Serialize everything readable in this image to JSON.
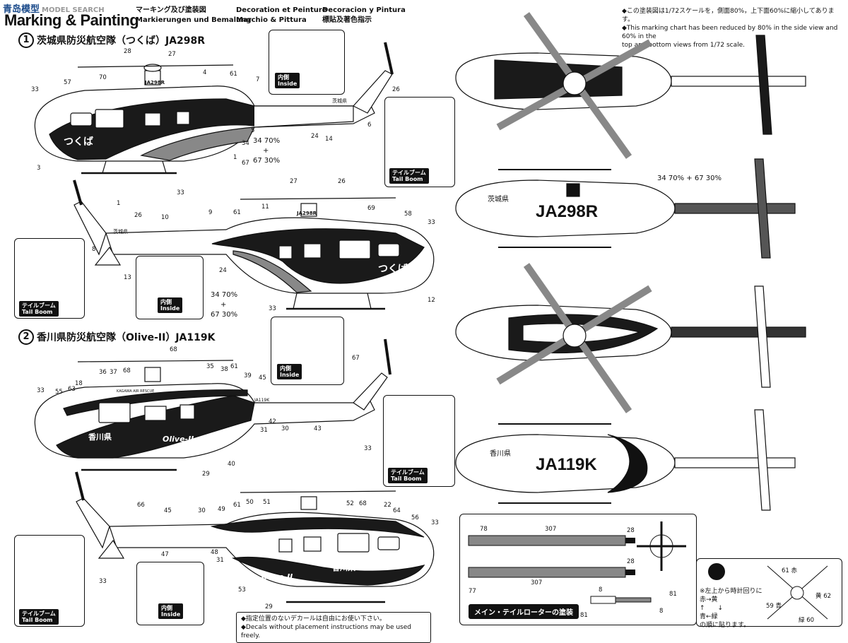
{
  "header": {
    "brand": "青岛模型",
    "brand_sub": "MODEL SEARCH",
    "title": "Marking & Painting",
    "col1_line1": "マーキング及び塗装図",
    "col1_line2": "Markierungen und Bemalung",
    "col2_line1": "Decoration et Peinture",
    "col2_line2": "Marchio & Pittura",
    "col3_line1": "Decoracion y Pintura",
    "col3_line2": "標貼及著色指示"
  },
  "scale_note": {
    "line1": "◆この塗装図は1/72スケールを，側面80%，上下面60%に縮小してあります。",
    "line2": "◆This marking chart has been reduced by 80% in the side view and 60% in the",
    "line3": "top and bottom views from 1/72 scale."
  },
  "section1": {
    "number": "1",
    "title": "茨城県防災航空隊（つくば）JA298R",
    "side_text_tsukuba": "つくば",
    "side_text_reg": "JA298R",
    "side_text_ibaraki": "茨城県",
    "mix_a": "34 70%",
    "mix_plus": "+",
    "mix_b": "67 30%",
    "top_mix": "34 70% + 67 30%",
    "bottom_reg": "JA298R",
    "bottom_pref": "茨城県"
  },
  "section2": {
    "number": "2",
    "title": "香川県防災航空隊（Olive-II）JA119K",
    "side_text_kagawa": "香川県",
    "side_text_olive": "Olive-II",
    "side_text_banner": "KAGAWA AIR RESCUE",
    "side_text_reg": "JA119K",
    "bottom_reg": "JA119K",
    "bottom_pref": "香川県"
  },
  "inset_labels": {
    "tail_boom_jp": "テイルブーム",
    "tail_boom_en": "Tail Boom",
    "inside_jp": "内側",
    "inside_en": "Inside"
  },
  "callouts_s1_side_left": [
    "28",
    "27",
    "4",
    "61",
    "70",
    "57",
    "33",
    "3",
    "7",
    "5",
    "24",
    "14",
    "6",
    "26",
    "1",
    "33",
    "34",
    "67"
  ],
  "callouts_s1_side_right": [
    "1",
    "26",
    "10",
    "9",
    "61",
    "11",
    "27",
    "26",
    "69",
    "58",
    "33",
    "8",
    "13",
    "24",
    "12",
    "33"
  ],
  "callouts_s2_side_left": [
    "68",
    "36",
    "37",
    "68",
    "35",
    "38",
    "61",
    "39",
    "45",
    "33",
    "55",
    "63",
    "18",
    "42",
    "31",
    "30",
    "43",
    "40",
    "29",
    "67",
    "33"
  ],
  "callouts_s2_side_right": [
    "66",
    "45",
    "30",
    "49",
    "61",
    "50",
    "51",
    "52",
    "68",
    "22",
    "64",
    "56",
    "33",
    "48",
    "31",
    "53",
    "29",
    "47",
    "33"
  ],
  "rotor_panel": {
    "title": "メイン・テイルローターの塗装",
    "c78": "78",
    "c307a": "307",
    "c28a": "28",
    "c77": "77",
    "c307b": "307",
    "c28b": "28",
    "c8a": "8",
    "c81a": "81",
    "c81b": "81",
    "c8b": "8"
  },
  "direction_panel": {
    "note_line1": "※左上から時計回りに",
    "note_line2": "赤→黄",
    "note_line3": "↑　　↓",
    "note_line4": "青←緑",
    "note_line5": "の順に貼ります。",
    "c61": "61 赤",
    "c62": "黄 62",
    "c59": "59 青",
    "c60": "緑 60"
  },
  "footer": {
    "line1": "◆指定位置のないデカールは自由にお使い下さい。",
    "line2": "◆Decals without placement instructions may be used freely."
  },
  "colors": {
    "ink": "#111111",
    "gray": "#777777",
    "paper": "#ffffff"
  }
}
